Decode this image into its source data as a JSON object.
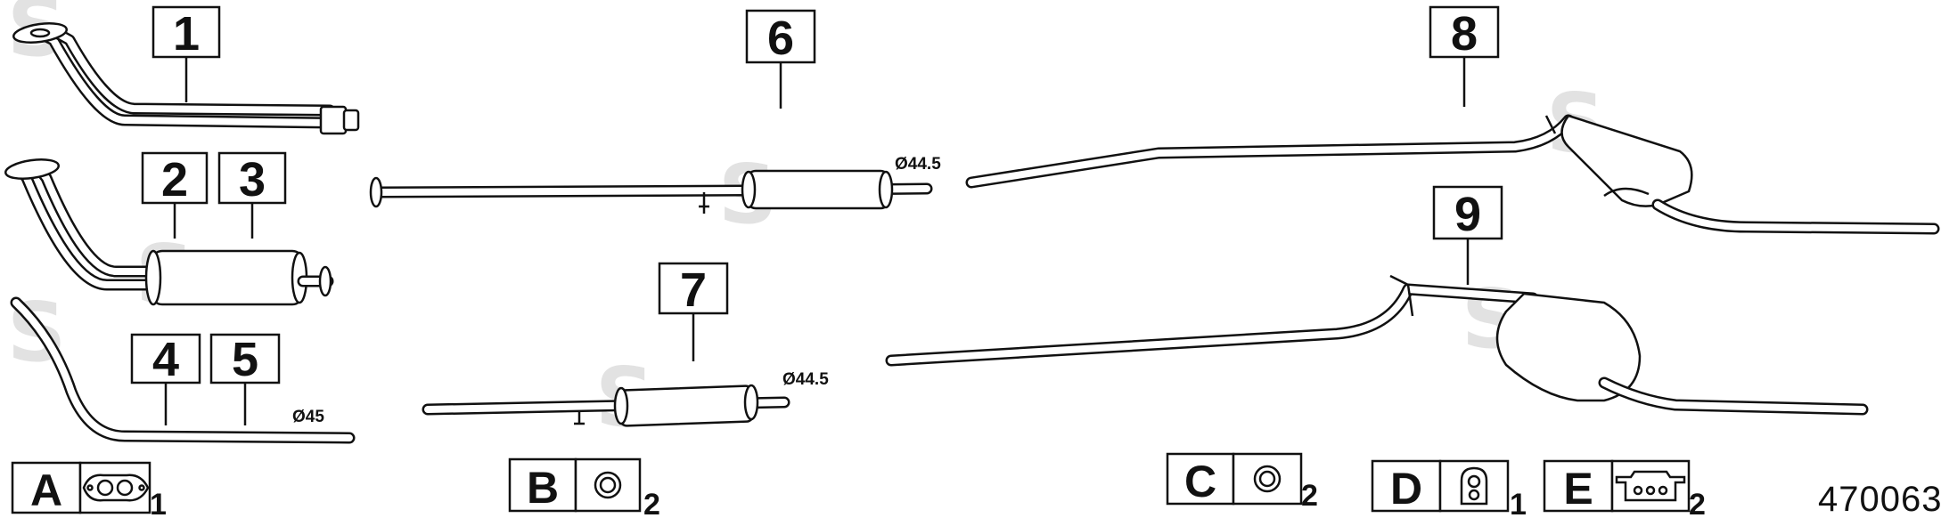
{
  "diagram_id": "470063",
  "watermark": "S",
  "parts": [
    {
      "label": "1"
    },
    {
      "label": "2"
    },
    {
      "label": "3"
    },
    {
      "label": "4"
    },
    {
      "label": "5"
    },
    {
      "label": "6"
    },
    {
      "label": "7"
    },
    {
      "label": "8"
    },
    {
      "label": "9"
    }
  ],
  "dimensions": {
    "d45": "Ø45",
    "d44_5_upper": "Ø44.5",
    "d44_5_lower": "Ø44.5"
  },
  "legend": [
    {
      "letter": "A",
      "icon": "exhaust-flange-gasket-icon",
      "qty": "1"
    },
    {
      "letter": "B",
      "icon": "sealing-ring-icon",
      "qty": "2"
    },
    {
      "letter": "C",
      "icon": "sealing-ring-icon",
      "qty": "2"
    },
    {
      "letter": "D",
      "icon": "rubber-hanger-icon",
      "qty": "1"
    },
    {
      "letter": "E",
      "icon": "mounting-bracket-icon",
      "qty": "2"
    }
  ]
}
